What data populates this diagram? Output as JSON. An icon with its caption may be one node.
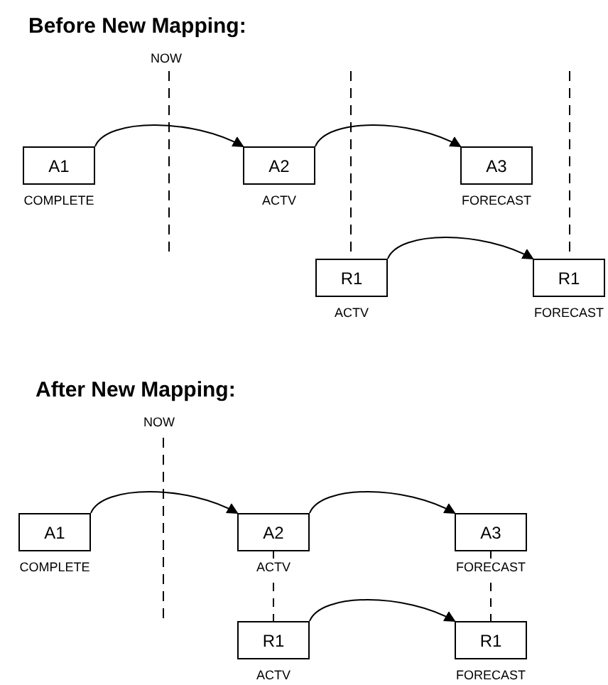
{
  "diagram": {
    "nodes": [
      {
        "text": [
          "A1"
        ],
        "beside": [
          "COMPLETE"
        ]
      },
      {
        "text": [
          "A2"
        ],
        "beside": [
          "ACTV"
        ]
      },
      {
        "text": [
          "A3"
        ],
        "beside": [
          "FORECAST"
        ]
      },
      {
        "text": [
          "R1"
        ],
        "beside": [
          "ACTV"
        ]
      },
      {
        "text": [
          "R1"
        ],
        "beside": [
          "FORECAST"
        ]
      },
      {
        "text": [
          "A1"
        ],
        "beside": [
          "COMPLETE"
        ]
      },
      {
        "text": [
          "A2"
        ],
        "beside": [
          "ACTV"
        ]
      },
      {
        "text": [
          "A3"
        ],
        "beside": [
          "FORECAST"
        ]
      },
      {
        "text": [
          "R1"
        ],
        "beside": [
          "ACTV"
        ]
      },
      {
        "text": [
          "R1"
        ],
        "beside": [
          "FORECAST"
        ]
      }
    ],
    "edges": [
      {
        "from": 0,
        "to": 1,
        "arrow": "to"
      },
      {
        "from": 1,
        "to": 2,
        "arrow": "to"
      },
      {
        "from": 3,
        "to": 4,
        "arrow": "to"
      },
      {
        "from": 5,
        "to": 6,
        "arrow": "to"
      },
      {
        "from": 6,
        "to": 7,
        "arrow": "to"
      },
      {
        "from": 8,
        "to": 9,
        "arrow": "to"
      },
      {
        "from": 6,
        "to": 8,
        "arrow": "none",
        "style": "dashed"
      },
      {
        "from": 7,
        "to": 9,
        "arrow": "none",
        "style": "dashed"
      }
    ],
    "labels": [
      "Before New Mapping:",
      "NOW",
      "After New Mapping:",
      "NOW"
    ]
  }
}
